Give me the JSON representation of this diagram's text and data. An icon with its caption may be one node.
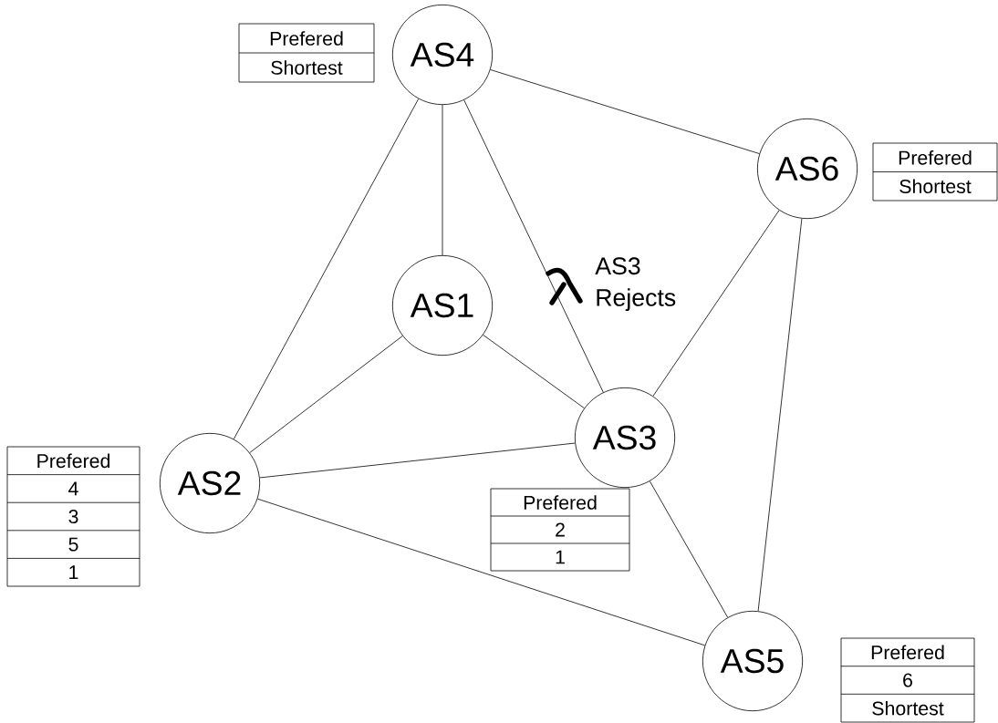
{
  "diagram": {
    "nodes": [
      {
        "text": [
          "AS4"
        ]
      },
      {
        "text": [
          "Prefered",
          "Shortest"
        ]
      },
      {
        "text": [
          "AS6"
        ]
      },
      {
        "text": [
          "Prefered",
          "Shortest"
        ]
      },
      {
        "text": [
          "AS1"
        ]
      },
      {
        "text": [
          "AS3"
        ]
      },
      {
        "text": [
          "Prefered",
          "4",
          "3",
          "5",
          "1"
        ]
      },
      {
        "text": [
          "AS2"
        ]
      },
      {
        "text": [
          "Prefered",
          "2",
          "1"
        ]
      },
      {
        "text": [
          "AS5"
        ]
      },
      {
        "text": [
          "Prefered",
          "6",
          "Shortest"
        ]
      }
    ],
    "edges": [
      {
        "from": 0,
        "to": 4,
        "arrow": "none"
      },
      {
        "from": 0,
        "to": 7,
        "arrow": "none"
      },
      {
        "from": 0,
        "to": 5,
        "arrow": "none"
      },
      {
        "from": 0,
        "to": 2,
        "arrow": "none"
      },
      {
        "from": 4,
        "to": 7,
        "arrow": "none"
      },
      {
        "from": 4,
        "to": 5,
        "arrow": "none"
      },
      {
        "from": 7,
        "to": 5,
        "arrow": "none"
      },
      {
        "from": 7,
        "to": 9,
        "arrow": "none"
      },
      {
        "from": 5,
        "to": 2,
        "arrow": "none"
      },
      {
        "from": 5,
        "to": 9,
        "arrow": "none"
      },
      {
        "from": 2,
        "to": 9,
        "arrow": "none"
      }
    ],
    "labels": [
      "AS3 Rejects"
    ]
  }
}
